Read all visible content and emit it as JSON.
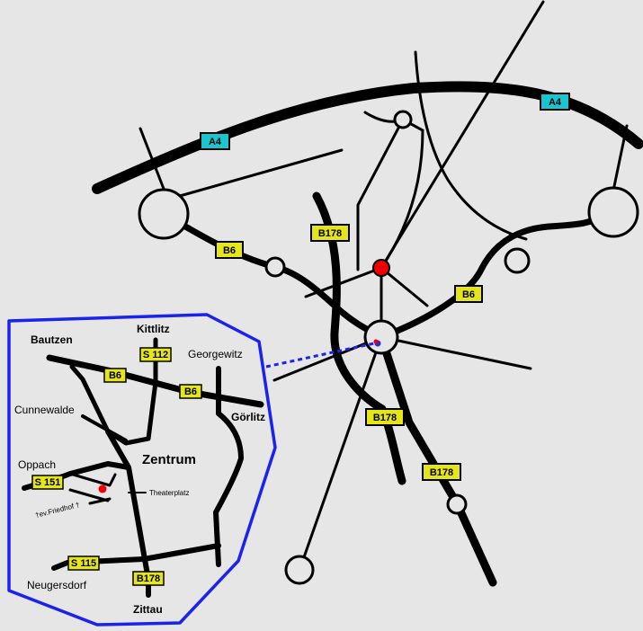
{
  "colors": {
    "background": "#e6e6e6",
    "road": "#000000",
    "inset_border": "#1a22ee",
    "autobahn_shield": "#19c6cf",
    "bundesstrasse_shield": "#e5e518",
    "marker": "#ee0000",
    "center_dot": "#2b2bd1"
  },
  "shields": {
    "a4_left": "A4",
    "a4_right": "A4",
    "b6_west": "B6",
    "b6_east": "B6",
    "b178_north": "B178",
    "b178_south_1": "B178",
    "b178_south_2": "B178"
  },
  "inset": {
    "places": {
      "kittlitz": "Kittlitz",
      "bautzen": "Bautzen",
      "georgewitz": "Georgewitz",
      "cunnewalde": "Cunnewalde",
      "goerlitz": "Görlitz",
      "zentrum": "Zentrum",
      "oppach": "Oppach",
      "theaterplatz": "Theaterplatz",
      "friedhof": "†ev.Friedhof †",
      "neugersdorf": "Neugersdorf",
      "zittau": "Zittau"
    },
    "shields": {
      "s112": "S 112",
      "b6_left": "B6",
      "b6_right": "B6",
      "s151": "S 151",
      "s115": "S 115",
      "b178": "B178"
    }
  }
}
